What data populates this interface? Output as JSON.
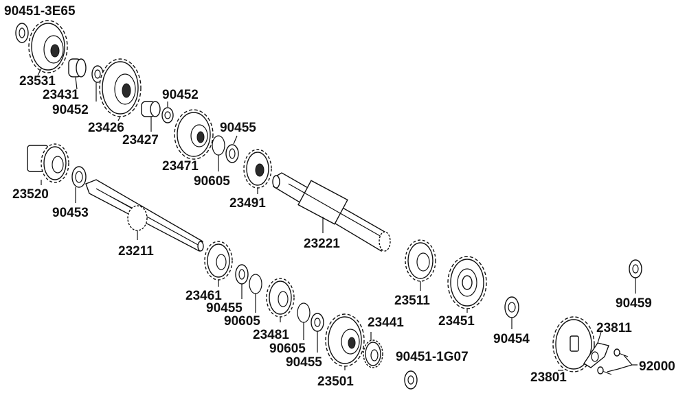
{
  "diagram": {
    "labels": [
      {
        "id": "l1",
        "text": "90451-3E65"
      },
      {
        "id": "l2",
        "text": "23531"
      },
      {
        "id": "l3",
        "text": "23431"
      },
      {
        "id": "l4",
        "text": "90452"
      },
      {
        "id": "l5",
        "text": "23426"
      },
      {
        "id": "l6",
        "text": "90452"
      },
      {
        "id": "l7",
        "text": "23427"
      },
      {
        "id": "l8",
        "text": "90455"
      },
      {
        "id": "l9",
        "text": "23471"
      },
      {
        "id": "l10",
        "text": "90605"
      },
      {
        "id": "l11",
        "text": "23491"
      },
      {
        "id": "l12",
        "text": "23520"
      },
      {
        "id": "l13",
        "text": "90453"
      },
      {
        "id": "l14",
        "text": "23211"
      },
      {
        "id": "l15",
        "text": "23221"
      },
      {
        "id": "l16",
        "text": "23461"
      },
      {
        "id": "l17",
        "text": "90455"
      },
      {
        "id": "l18",
        "text": "90605"
      },
      {
        "id": "l19",
        "text": "23481"
      },
      {
        "id": "l20",
        "text": "90605"
      },
      {
        "id": "l21",
        "text": "90455"
      },
      {
        "id": "l22",
        "text": "23441"
      },
      {
        "id": "l23",
        "text": "23501"
      },
      {
        "id": "l24",
        "text": "90451-1G07"
      },
      {
        "id": "l25",
        "text": "23511"
      },
      {
        "id": "l26",
        "text": "23451"
      },
      {
        "id": "l27",
        "text": "90454"
      },
      {
        "id": "l28",
        "text": "90459"
      },
      {
        "id": "l29",
        "text": "23811"
      },
      {
        "id": "l30",
        "text": "23801"
      },
      {
        "id": "l31",
        "text": "92000"
      }
    ]
  }
}
